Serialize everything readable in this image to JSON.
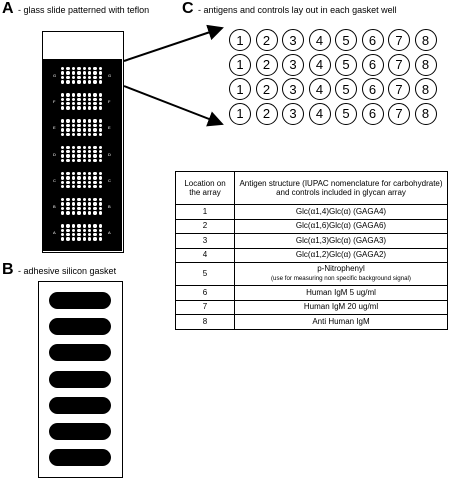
{
  "panel_a": {
    "letter": "A",
    "caption": "- glass slide patterned with teflon",
    "well_labels_left": [
      "G",
      "F",
      "E",
      "D",
      "C",
      "B",
      "A"
    ],
    "well_labels_right": [
      "G",
      "F",
      "E",
      "D",
      "C",
      "B",
      "A"
    ]
  },
  "panel_b": {
    "letter": "B",
    "caption": "- adhesive silicon gasket",
    "slot_count": 7
  },
  "panel_c": {
    "letter": "C",
    "caption": "- antigens and controls lay out in each gasket well",
    "circle_rows": [
      [
        "1",
        "2",
        "3",
        "4",
        "5",
        "6",
        "7",
        "8"
      ],
      [
        "1",
        "2",
        "3",
        "4",
        "5",
        "6",
        "7",
        "8"
      ],
      [
        "1",
        "2",
        "3",
        "4",
        "5",
        "6",
        "7",
        "8"
      ],
      [
        "1",
        "2",
        "3",
        "4",
        "5",
        "6",
        "7",
        "8"
      ]
    ]
  },
  "table": {
    "header_location": "Location on the array",
    "header_structure": "Antigen structure (IUPAC nomenclature for carbohydrate) and controls included in glycan array",
    "rows": [
      {
        "loc": "1",
        "desc": "Glc(α1,4)Glc(α)  (GAGA4)",
        "note": ""
      },
      {
        "loc": "2",
        "desc": "Glc(α1,6)Glc(α)  (GAGA6)",
        "note": ""
      },
      {
        "loc": "3",
        "desc": "Glc(α1,3)Glc(α)  (GAGA3)",
        "note": ""
      },
      {
        "loc": "4",
        "desc": "Glc(α1,2)Glc(α)  (GAGA2)",
        "note": ""
      },
      {
        "loc": "5",
        "desc": "p-Nitrophenyl",
        "note": "(use for measuring non specific background signal)"
      },
      {
        "loc": "6",
        "desc": "Human IgM  5 ug/ml",
        "note": ""
      },
      {
        "loc": "7",
        "desc": "Human IgM  20 ug/ml",
        "note": ""
      },
      {
        "loc": "8",
        "desc": "Anti Human IgM",
        "note": ""
      }
    ]
  }
}
